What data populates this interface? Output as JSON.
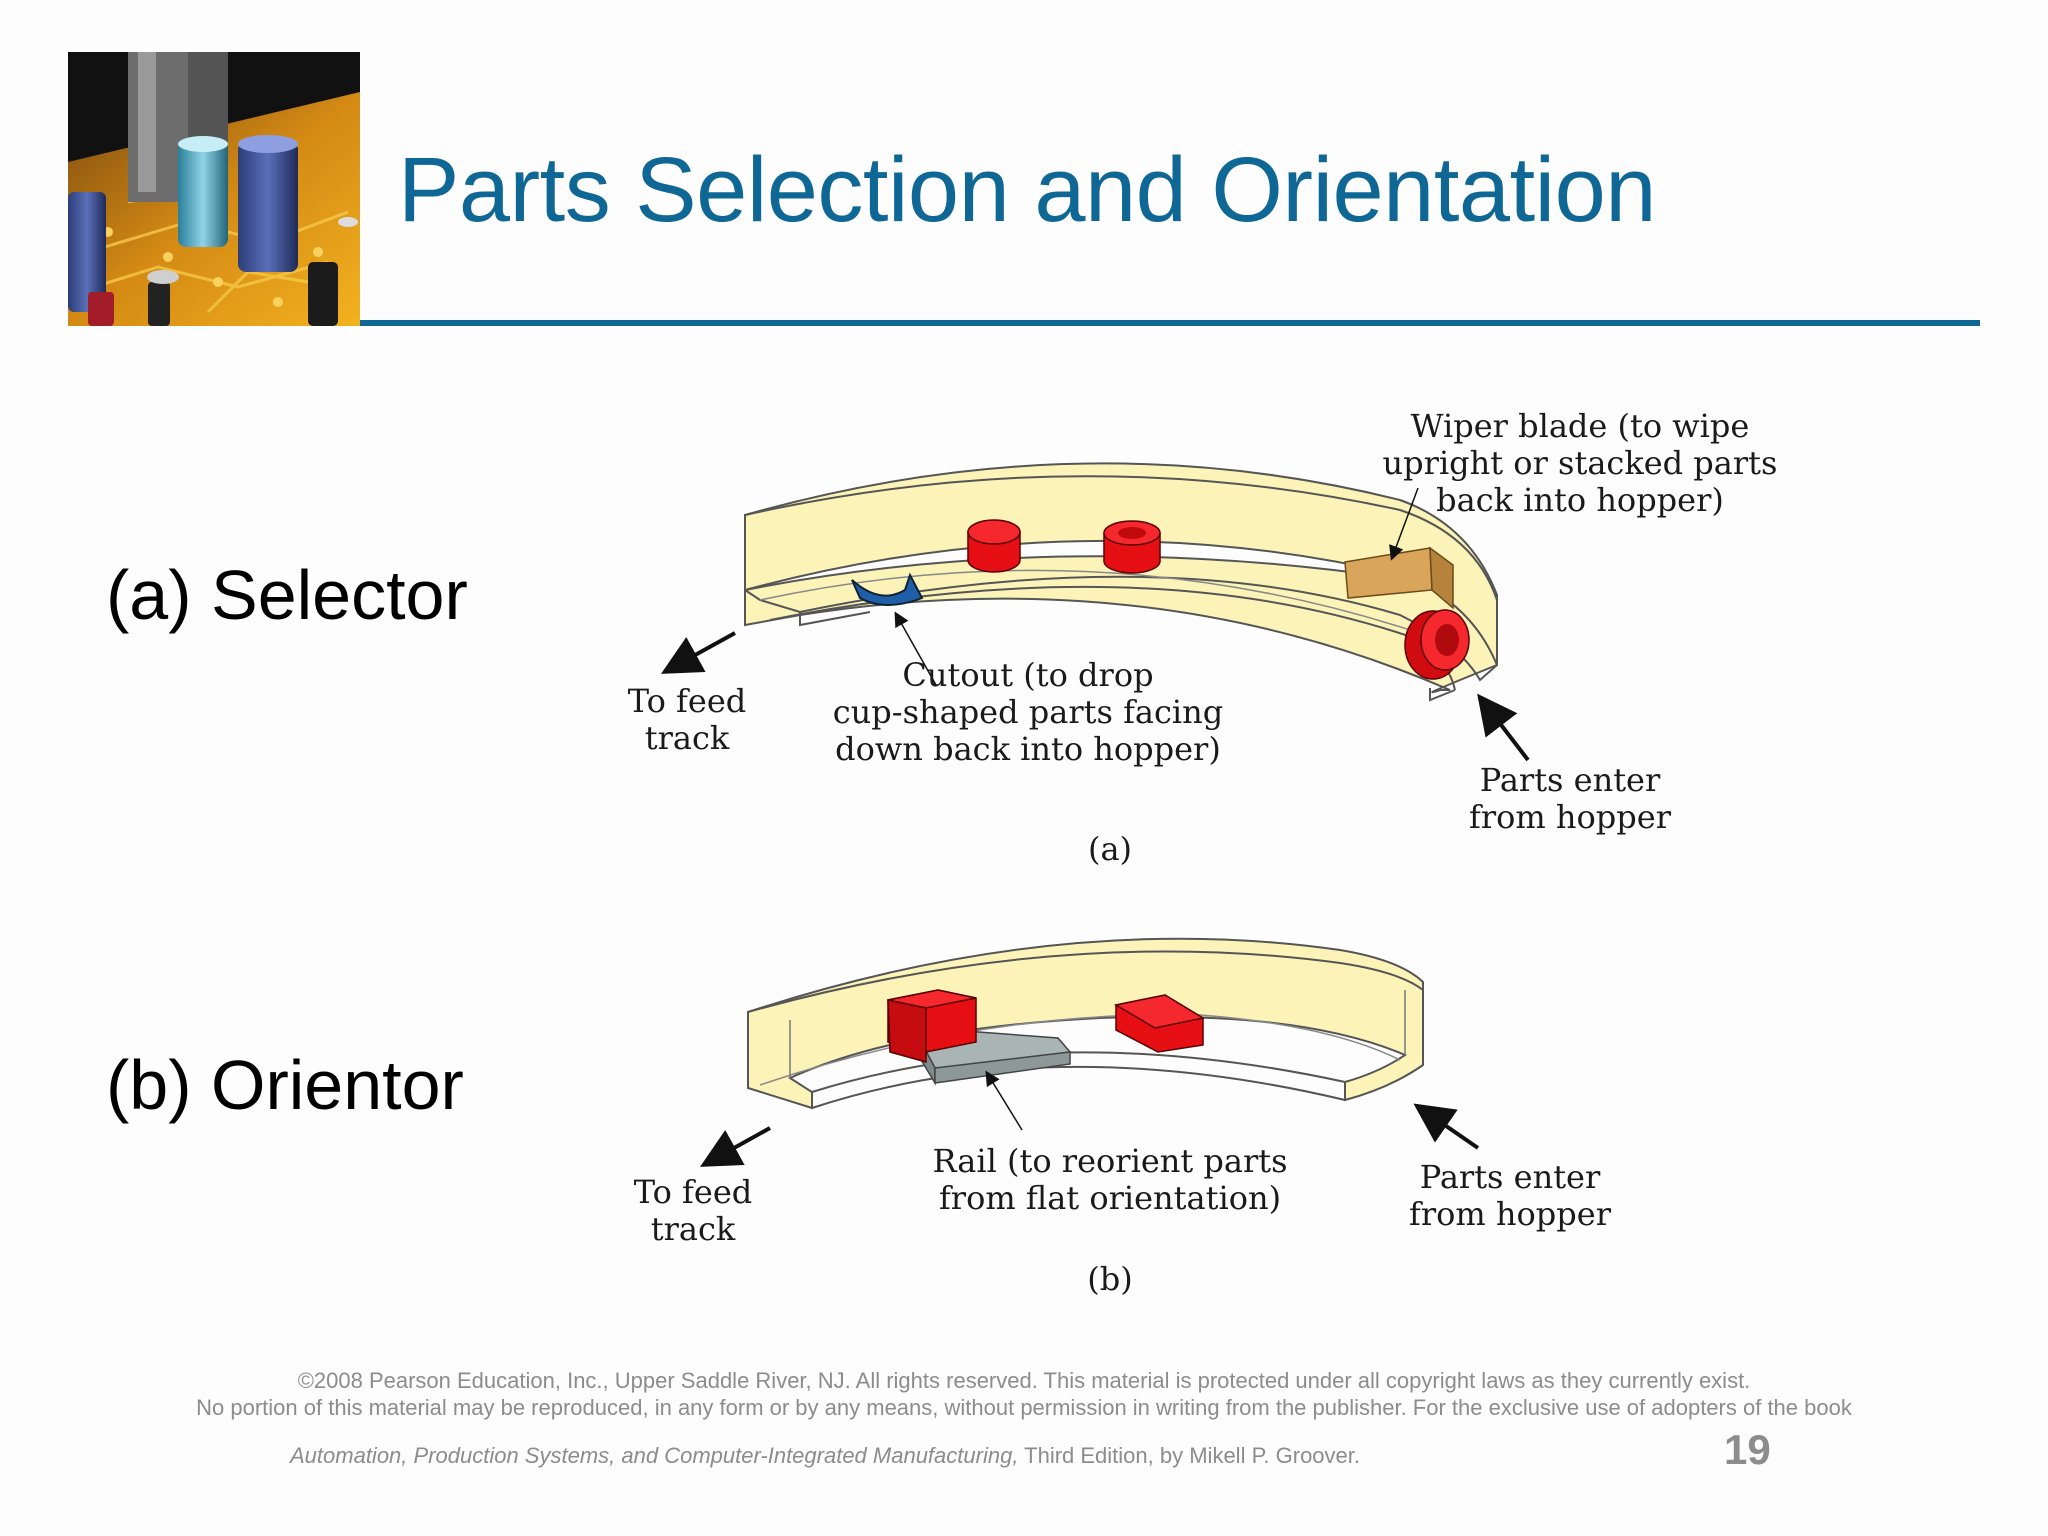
{
  "slide": {
    "title": "Parts Selection and Orientation",
    "labels": {
      "selector": "(a) Selector",
      "orientor": "(b) Orientor"
    },
    "header_photo": "circuit-board-with-capacitors-photo"
  },
  "diagram": {
    "a": {
      "caption": "(a)",
      "wiper_blade": [
        "Wiper blade (to wipe",
        "upright or stacked parts",
        "back into hopper)"
      ],
      "cutout": [
        "Cutout (to drop",
        "cup-shaped parts facing",
        "down back into hopper)"
      ],
      "to_feed_track": [
        "To feed",
        "track"
      ],
      "parts_enter": [
        "Parts enter",
        "from hopper"
      ]
    },
    "b": {
      "caption": "(b)",
      "rail": [
        "Rail (to reorient parts",
        "from flat orientation)"
      ],
      "to_feed_track": [
        "To feed",
        "track"
      ],
      "parts_enter": [
        "Parts enter",
        "from hopper"
      ]
    },
    "colors": {
      "track": "#fbf3b8",
      "track_edge": "#e8dc8a",
      "part": "#e50f14",
      "cutout": "#1f5fa8",
      "wiper": "#d9a55b",
      "rail": "#a9b4b4"
    }
  },
  "footer": {
    "copyright_1": "©2008 Pearson Education, Inc., Upper Saddle River, NJ.  All rights reserved.  This material is protected under all copyright laws as they currently exist.",
    "copyright_2": "No portion of this material may be reproduced, in any form or by any means, without permission in writing from the publisher.  For the exclusive use of adopters of the book",
    "book_title": "Automation, Production Systems, and Computer-Integrated Manufacturing,",
    "book_rest": " Third Edition, by Mikell P. Groover.",
    "page_number": "19"
  }
}
